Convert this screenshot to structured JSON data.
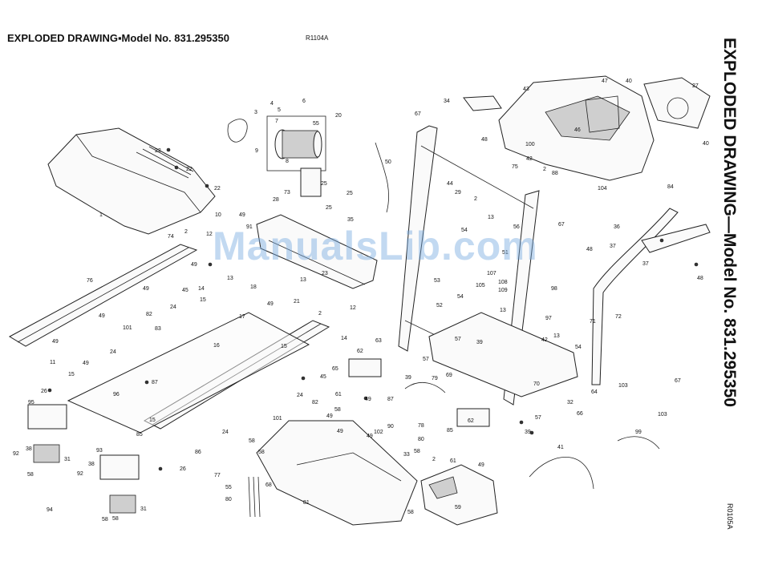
{
  "header": {
    "title": "EXPLODED DRAWING▪Model No. 831.295350",
    "drawing_code": "R1104A"
  },
  "side": {
    "title": "EXPLODED DRAWING—Model No. 831.295350",
    "drawing_code": "R0105A"
  },
  "watermark": "ManualsLib.com",
  "callouts": {
    "hood": [
      "1",
      "22",
      "22",
      "22"
    ],
    "motor": [
      "3",
      "4",
      "5",
      "6",
      "7",
      "8",
      "9",
      "55",
      "20"
    ],
    "upright_top": [
      "34",
      "48",
      "67",
      "50",
      "43",
      "46",
      "47",
      "40",
      "27",
      "100",
      "75",
      "42",
      "88",
      "2",
      "104",
      "84",
      "40",
      "36",
      "37",
      "48",
      "67",
      "72",
      "71",
      "37",
      "48",
      "98",
      "97"
    ],
    "frame": [
      "73",
      "25",
      "25",
      "28",
      "35",
      "25",
      "10",
      "49",
      "12",
      "91",
      "13",
      "18",
      "14",
      "15",
      "17",
      "49",
      "21",
      "12",
      "23",
      "2",
      "13",
      "16",
      "14",
      "15",
      "62",
      "65",
      "45",
      "82",
      "24",
      "61",
      "49",
      "63",
      "57",
      "39",
      "69",
      "79",
      "87",
      "90",
      "78",
      "80",
      "102",
      "49",
      "85",
      "62",
      "61",
      "49",
      "57",
      "39",
      "33",
      "58",
      "2",
      "59",
      "41",
      "99",
      "103",
      "67",
      "103",
      "44",
      "29",
      "2",
      "13",
      "54",
      "56",
      "51",
      "107",
      "105",
      "108",
      "109",
      "53",
      "52",
      "54",
      "57",
      "39",
      "13",
      "42",
      "13",
      "70",
      "54",
      "64",
      "32",
      "66",
      "58"
    ],
    "deck": [
      "74",
      "2",
      "49",
      "76",
      "45",
      "49",
      "82",
      "24",
      "83",
      "49",
      "101",
      "24",
      "11",
      "49",
      "49",
      "15",
      "96",
      "26",
      "87",
      "95",
      "38",
      "92",
      "31",
      "58",
      "94",
      "93",
      "38",
      "92",
      "31",
      "58",
      "85",
      "86",
      "26",
      "24",
      "15",
      "58",
      "49",
      "101",
      "81",
      "68",
      "77",
      "55",
      "80",
      "58",
      "58",
      "49",
      "58"
    ]
  }
}
